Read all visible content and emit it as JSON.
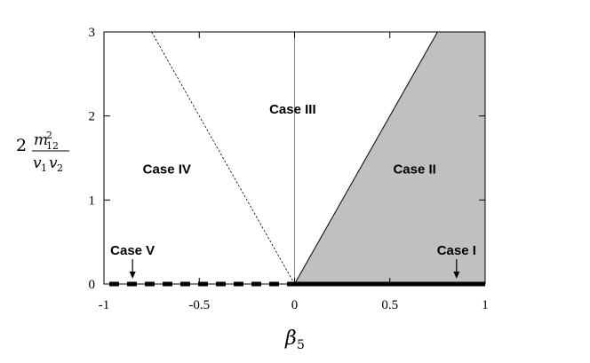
{
  "chart_data": {
    "type": "area",
    "xlim": [
      -1,
      1
    ],
    "ylim": [
      0,
      3
    ],
    "xticks": [
      "-1",
      "-0.5",
      "0",
      "0.5",
      "1"
    ],
    "yticks": [
      "0",
      "1",
      "2",
      "3"
    ],
    "xlabel": "β5",
    "ylabel": "2 m12^2 / (v1 v2)",
    "grid": false,
    "regions": [
      {
        "label": "Case I",
        "boundary": [
          [
            0,
            0
          ],
          [
            1,
            0
          ]
        ],
        "style": "thick-solid",
        "arrow_at": [
          0.85,
          0
        ]
      },
      {
        "label": "Case II",
        "polygon": [
          [
            0,
            0
          ],
          [
            0.75,
            3
          ],
          [
            1,
            3
          ],
          [
            1,
            0
          ]
        ],
        "fill": "#c0c0c0",
        "label_at": [
          0.63,
          1.37
        ]
      },
      {
        "label": "Case III",
        "label_at": [
          -0.01,
          2.08
        ]
      },
      {
        "label": "Case IV",
        "label_at": [
          -0.67,
          1.37
        ]
      },
      {
        "label": "Case V",
        "boundary": [
          [
            -1,
            0
          ],
          [
            0,
            0
          ]
        ],
        "style": "thick-dashed",
        "arrow_at": [
          -0.85,
          0
        ]
      }
    ],
    "lines": [
      {
        "points": [
          [
            -0.75,
            3
          ],
          [
            0,
            0
          ]
        ],
        "style": "dotted"
      },
      {
        "points": [
          [
            0,
            0
          ],
          [
            0,
            3
          ]
        ],
        "style": "thin-gray"
      },
      {
        "points": [
          [
            0,
            0
          ],
          [
            0.75,
            3
          ]
        ],
        "style": "solid"
      }
    ]
  }
}
